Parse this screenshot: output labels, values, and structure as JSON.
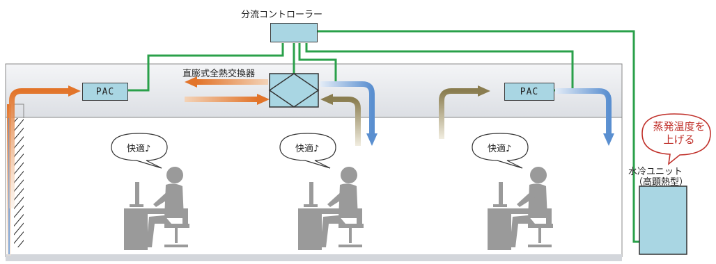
{
  "controller": {
    "label": "分流コントローラー"
  },
  "exchanger": {
    "label": "直膨式全熱交換器"
  },
  "pac_units": [
    {
      "label": "PAC"
    },
    {
      "label": "PAC"
    }
  ],
  "speech": [
    {
      "text": "快適♪"
    },
    {
      "text": "快適♪"
    },
    {
      "text": "快適♪"
    }
  ],
  "callout": {
    "line1": "蒸発温度を",
    "line2": "上げる"
  },
  "water_unit": {
    "line1": "水冷ユニット",
    "line2": "（高顕熱型）"
  },
  "colors": {
    "pipe": "#2aa04a",
    "warm_arrow": "#e2742a",
    "cool_arrow": "#5a8fd0",
    "return_arrow": "#8a7d50",
    "unit_fill": "#a9d6e3",
    "callout_border": "#c0302a",
    "person": "#9a9a9a"
  }
}
